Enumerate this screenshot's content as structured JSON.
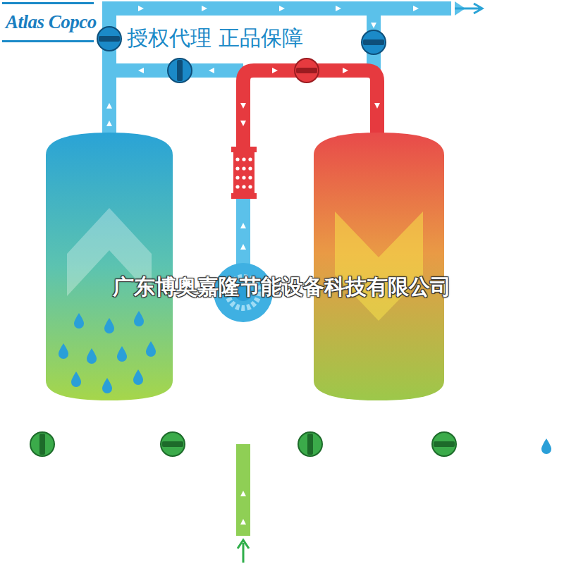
{
  "diagram": {
    "labels": [
      "Atlas Copco",
      "授权代理 正品保障",
      "广东博奥嘉隆节能设备科技有限公司"
    ]
  }
}
